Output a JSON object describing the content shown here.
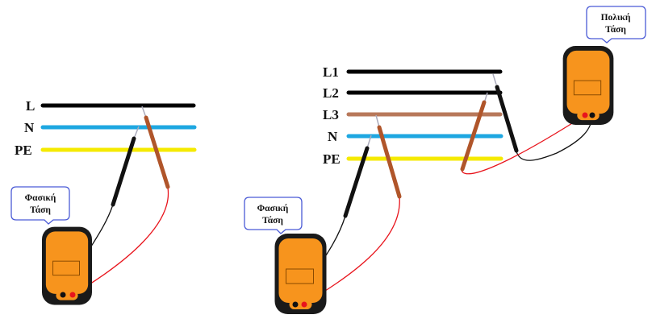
{
  "left_diagram": {
    "conductors": [
      {
        "label": "L",
        "color": "#000000"
      },
      {
        "label": "N",
        "color": "#1ea7e1"
      },
      {
        "label": "PE",
        "color": "#f5ea00"
      }
    ],
    "callout": {
      "line1": "Φασική",
      "line2": "Τάση"
    }
  },
  "right_diagram": {
    "conductors": [
      {
        "label": "L1",
        "color": "#000000"
      },
      {
        "label": "L2",
        "color": "#000000"
      },
      {
        "label": "L3",
        "color": "#b8785a"
      },
      {
        "label": "N",
        "color": "#1ea7e1"
      },
      {
        "label": "PE",
        "color": "#f5ea00"
      }
    ],
    "callout_phase": {
      "line1": "Φασική",
      "line2": "Τάση"
    },
    "callout_line": {
      "line1": "Πολική",
      "line2": "Τάση"
    }
  },
  "colors": {
    "meter_body": "#f7941d",
    "meter_case": "#1a1a1a",
    "red_lead": "#e8141c",
    "callout_border": "#4a5ad6"
  }
}
